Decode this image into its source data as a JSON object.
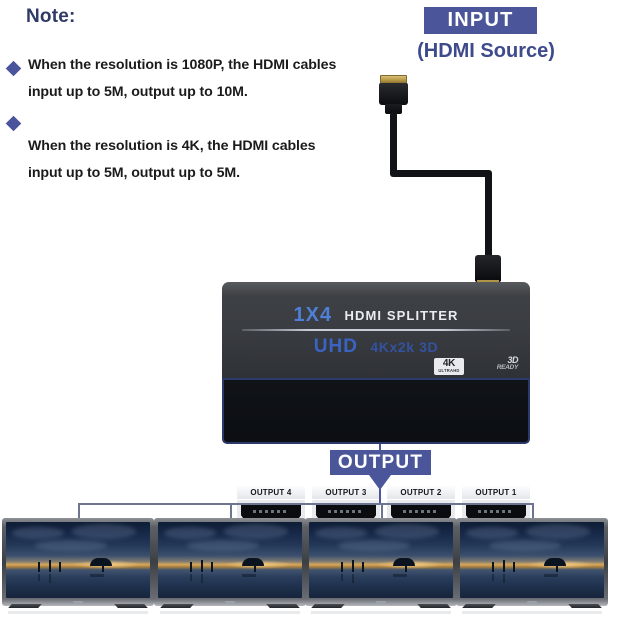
{
  "note": {
    "title": "Note:",
    "items": [
      {
        "bullet_icon": "diamond-bullet-icon",
        "line1": "When the resolution is 1080P, the HDMI cables",
        "line2": "input up to 5M, output up to 10M."
      },
      {
        "bullet_icon": "diamond-bullet-icon",
        "line1": "When the resolution is 4K, the HDMI cables",
        "line2": "input up to 5M, output up to 5M."
      }
    ]
  },
  "input_section": {
    "badge_label": "INPUT",
    "subtitle": "(HDMI Source)",
    "cable_icon": "hdmi-cable-icon",
    "plug_icon": "hdmi-plug-icon",
    "jack_icon": "hdmi-jack-icon"
  },
  "device": {
    "model_prefix": "1X4",
    "model_name": "HDMI SPLITTER",
    "feature_uhd": "UHD",
    "feature_res": "4Kx2k 3D",
    "badge_4k_main": "4K",
    "badge_4k_sub": "ULTRAHD",
    "badge_3d_main": "3D",
    "badge_3d_sub": "READY",
    "ports": [
      {
        "label": "OUTPUT 4",
        "icon": "hdmi-port-icon"
      },
      {
        "label": "OUTPUT 3",
        "icon": "hdmi-port-icon"
      },
      {
        "label": "OUTPUT 2",
        "icon": "hdmi-port-icon"
      },
      {
        "label": "OUTPUT 1",
        "icon": "hdmi-port-icon"
      }
    ]
  },
  "output_section": {
    "badge_label": "OUTPUT",
    "arrow_icon": "arrow-down-icon",
    "bracket_icon": "distribution-bracket-icon",
    "displays": [
      {
        "name": "tv-display-1",
        "screen_content": "beach-sunset-scene"
      },
      {
        "name": "tv-display-2",
        "screen_content": "beach-sunset-scene"
      },
      {
        "name": "tv-display-3",
        "screen_content": "beach-sunset-scene"
      },
      {
        "name": "tv-display-4",
        "screen_content": "beach-sunset-scene"
      }
    ]
  },
  "colors": {
    "badge_blue": "#4a5699",
    "note_title": "#2f3b66",
    "bullet": "#4a549c",
    "accent_blue": "#4f7fd6",
    "uhd_blue": "#3a63c4",
    "bracket": "#6d7590",
    "device_top": "#3a3d41",
    "device_front": "#101318"
  }
}
